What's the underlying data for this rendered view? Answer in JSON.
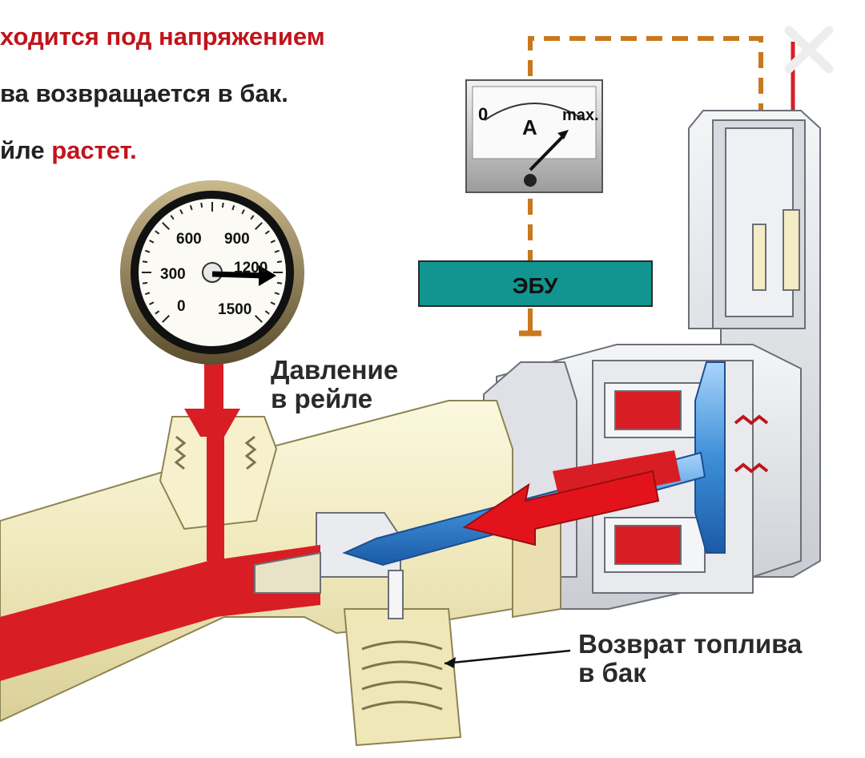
{
  "header": {
    "line1": "ходится под напряжением",
    "line2": "ва возвращается в бак.",
    "line3_prefix": "йле ",
    "line3_highlight": "растет."
  },
  "ammeter": {
    "min_label": "0",
    "max_label": "max.",
    "unit": "A"
  },
  "gauge": {
    "tick_labels": [
      "0",
      "300",
      "600",
      "900",
      "1200",
      "1500"
    ]
  },
  "ecu": {
    "label": "ЭБУ",
    "color": "#129590"
  },
  "labels": {
    "rail_pressure_line1": "Давление",
    "rail_pressure_line2": "в рейле",
    "fuel_return_line1": "Возврат топлива",
    "fuel_return_line2": "в бак"
  },
  "colors": {
    "fuel": "#d81e24",
    "housing": "#f1ecc4",
    "body_grey": "#e4e6ea",
    "needle_blue": "#3d8fd8",
    "wire": "#c8781e"
  }
}
